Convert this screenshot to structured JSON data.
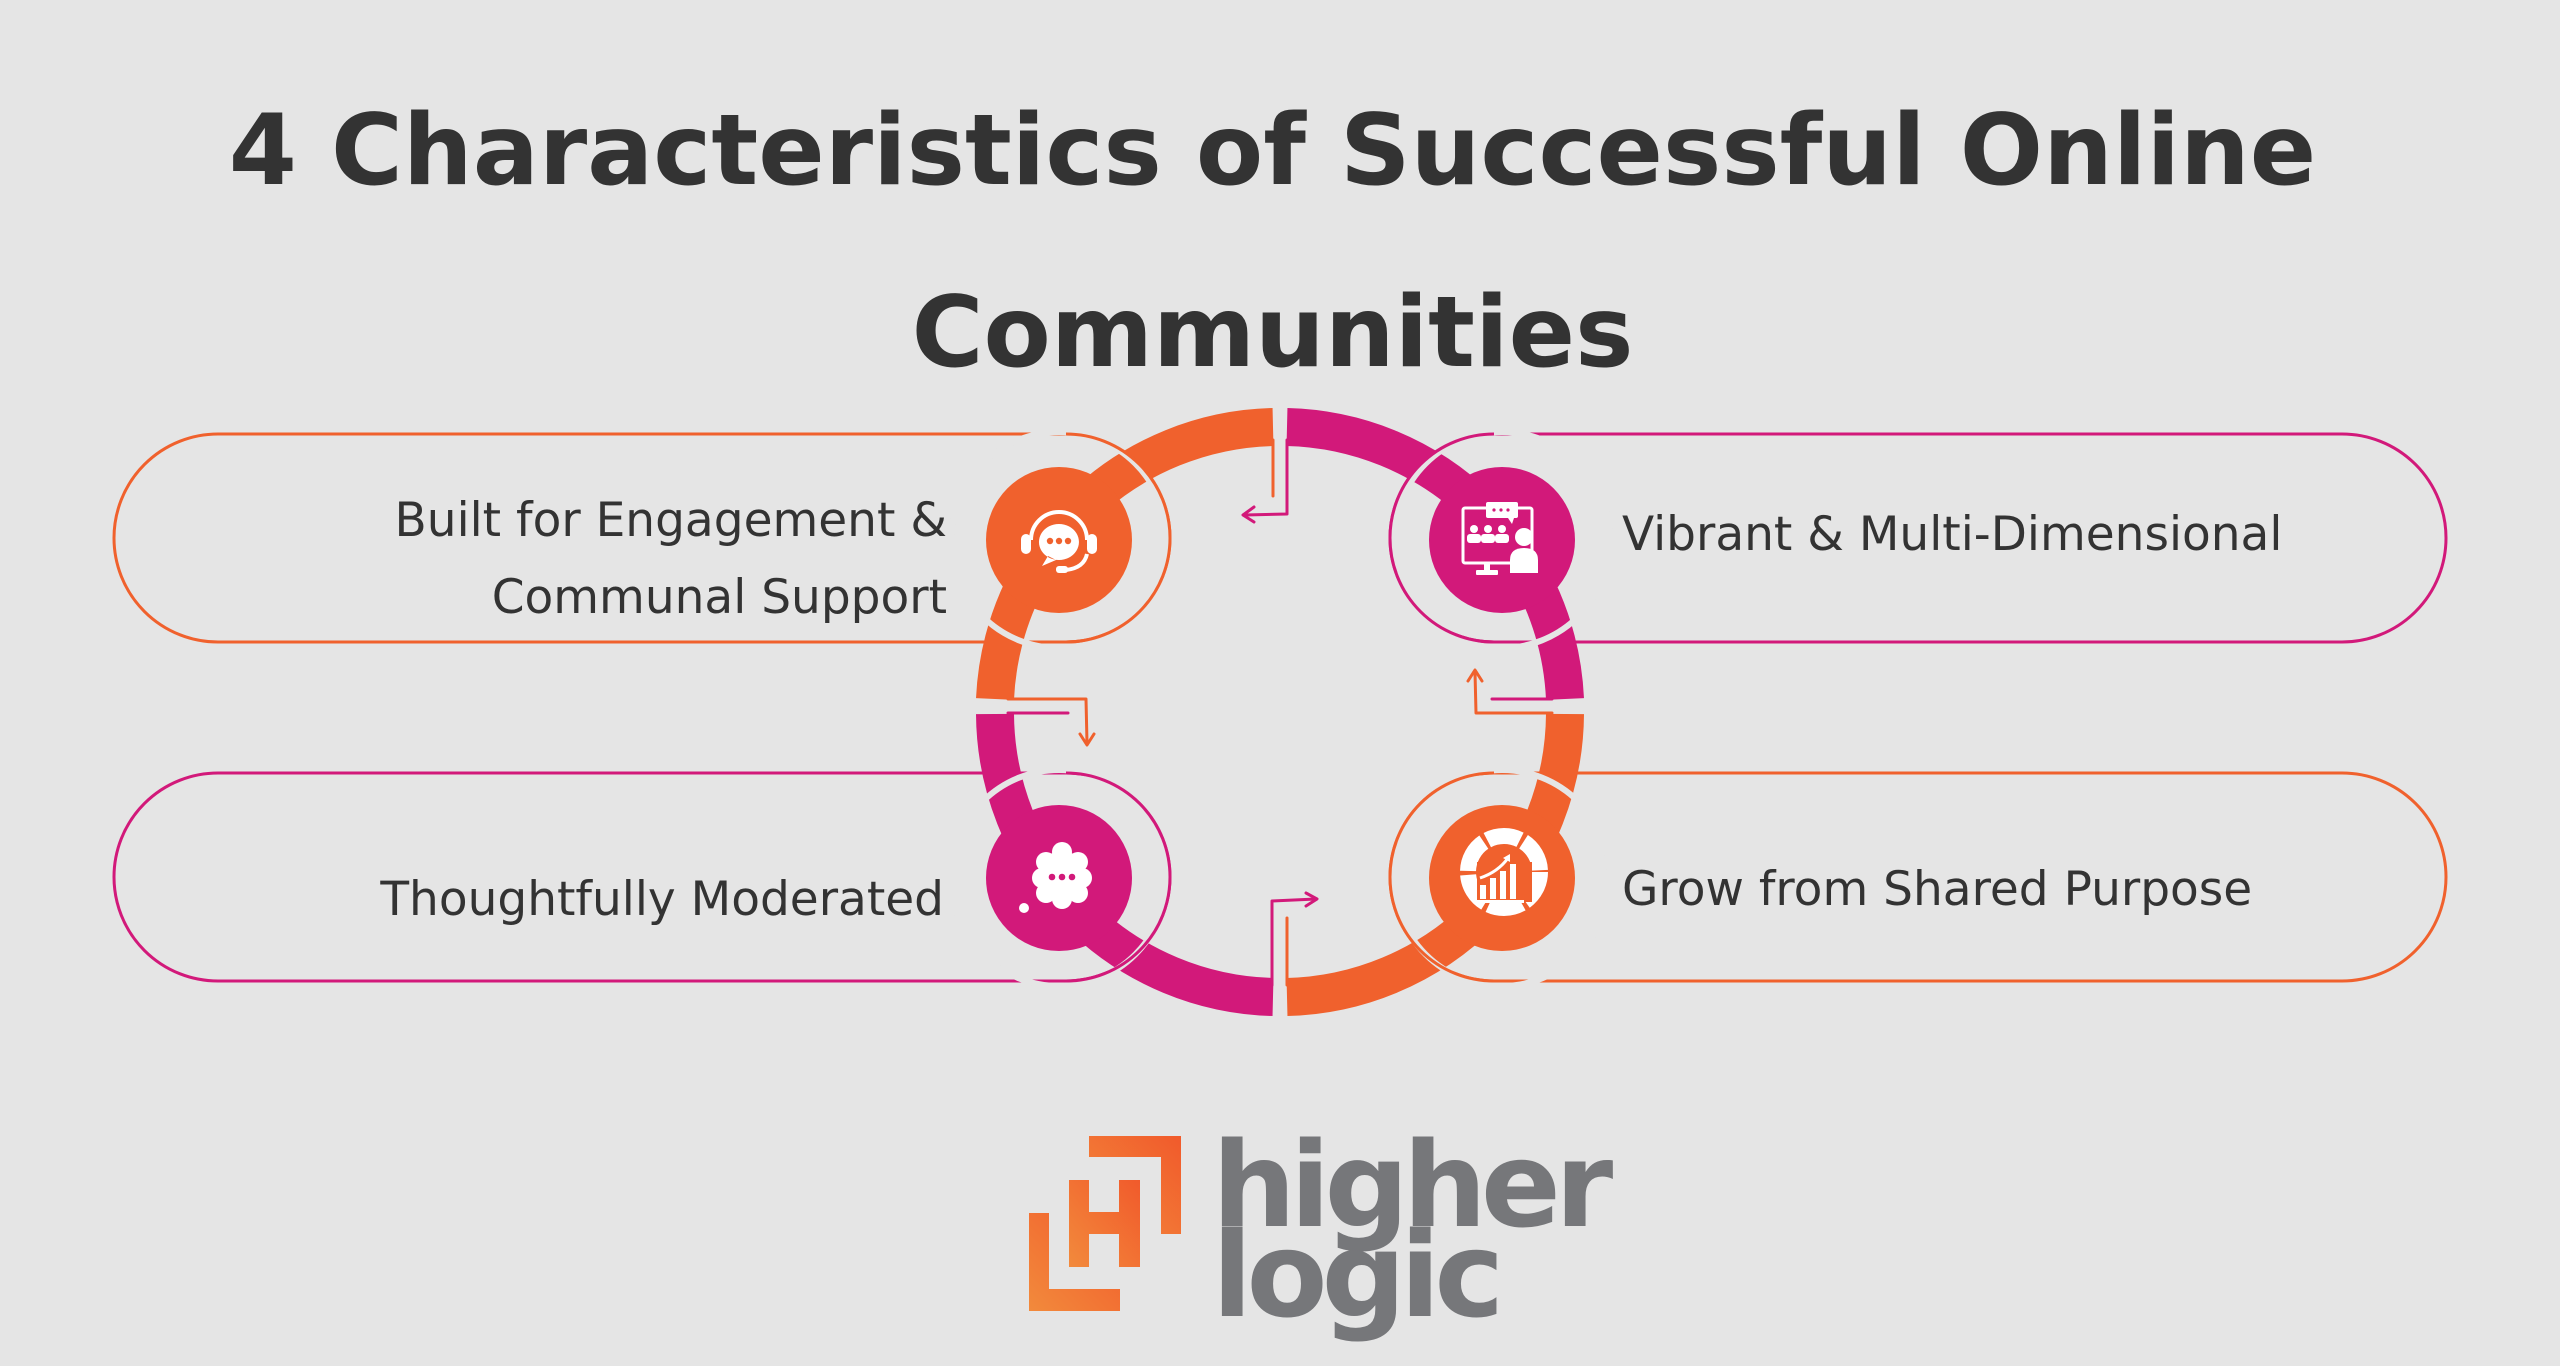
{
  "title": {
    "line1": "4 Characteristics of Successful Online",
    "line2": "Communities"
  },
  "colors": {
    "background": "#e5e5e5",
    "text": "#333333",
    "orange": "#f0612d",
    "pink": "#d2197a",
    "logo_gray": "#76777a"
  },
  "characteristics": [
    {
      "position": "top-left",
      "lines": [
        "Built for Engagement &",
        "Communal Support"
      ],
      "color": "orange",
      "icon": "headset-chat-icon"
    },
    {
      "position": "top-right",
      "lines": [
        "Vibrant & Multi-Dimensional"
      ],
      "color": "pink",
      "icon": "online-meeting-icon"
    },
    {
      "position": "bottom-left",
      "lines": [
        "Thoughtfully Moderated"
      ],
      "color": "pink",
      "icon": "thought-bubble-icon"
    },
    {
      "position": "bottom-right",
      "lines": [
        "Grow from Shared Purpose"
      ],
      "color": "orange",
      "icon": "growth-chart-icon"
    }
  ],
  "logo": {
    "line1": "higher",
    "line2": "logic"
  }
}
